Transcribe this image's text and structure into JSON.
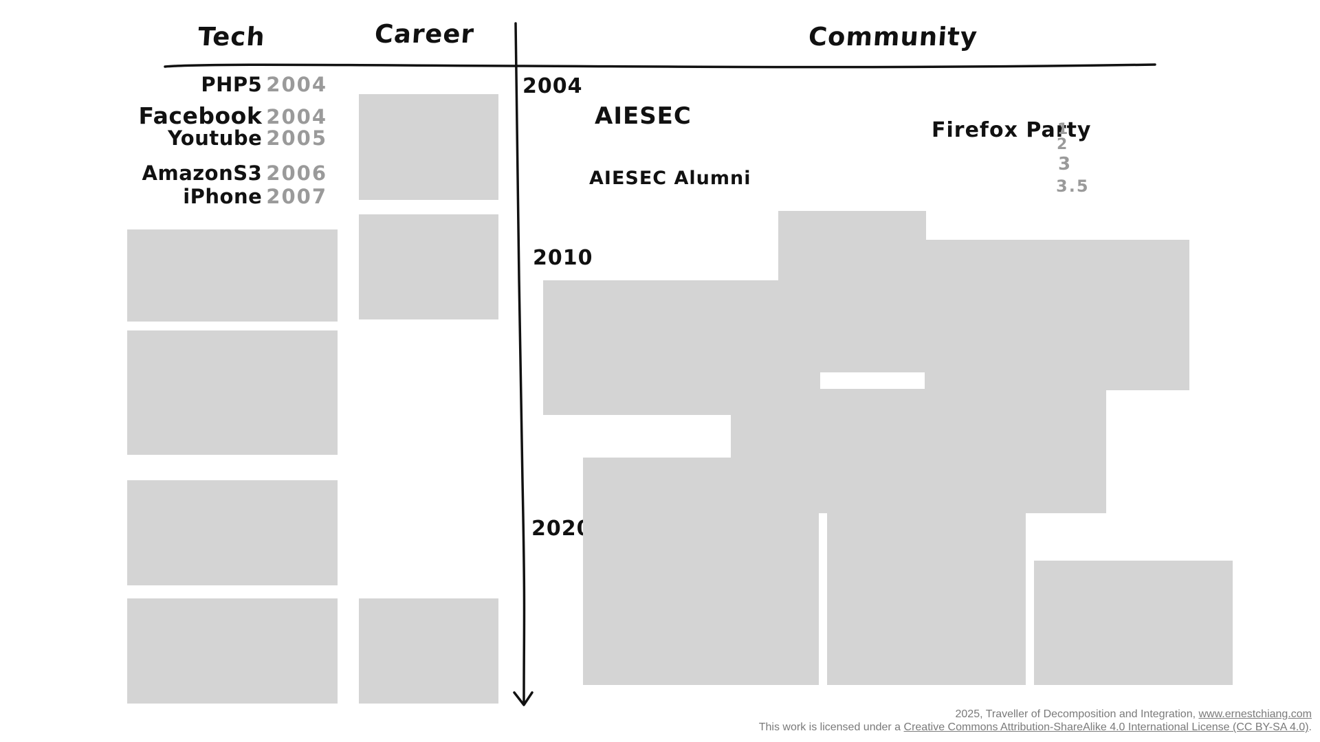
{
  "headers": {
    "tech": "Tech",
    "career": "Career",
    "community": "Community"
  },
  "tech_items": [
    {
      "name": "PHP5",
      "year": "2004"
    },
    {
      "name": "Facebook",
      "year": "2004"
    },
    {
      "name": "Youtube",
      "year": "2005"
    },
    {
      "name": "AmazonS3",
      "year": "2006"
    },
    {
      "name": "iPhone",
      "year": "2007"
    }
  ],
  "timeline": {
    "years": [
      "2004",
      "2010",
      "2020"
    ]
  },
  "community": {
    "aiesec": "AIESEC",
    "aiesec_alumni": "AIESEC Alumni",
    "firefox_party": {
      "label": "Firefox Party",
      "versions": [
        "1",
        "2",
        "3",
        "3.5"
      ]
    }
  },
  "colors": {
    "ink": "#111111",
    "muted": "#9a9a9a",
    "placeholder": "#d4d4d4",
    "background": "#ffffff"
  },
  "footer": {
    "line1_text": "2025, Traveller of Decomposition and Integration, ",
    "line1_link": "www.ernestchiang.com",
    "line2_text": "This work is licensed under a ",
    "line2_link": "Creative Commons Attribution-ShareAlike 4.0 International License (CC BY-SA 4.0)",
    "line2_end": "."
  }
}
